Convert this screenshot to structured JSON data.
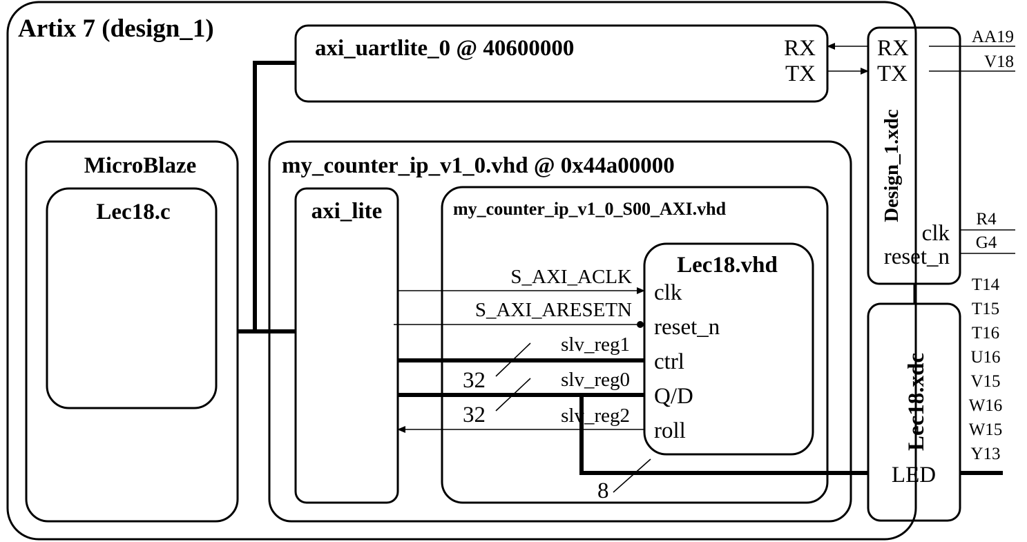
{
  "diagram": {
    "fpga_title": "Artix 7 (design_1)",
    "uart": {
      "title": "axi_uartlite_0 @ 40600000",
      "rx": "RX",
      "tx": "TX"
    },
    "microblaze": {
      "title": "MicroBlaze",
      "program": "Lec18.c"
    },
    "counter_ip": {
      "title": "my_counter_ip_v1_0.vhd @ 0x44a00000",
      "axi_lite": "axi_lite",
      "s00_axi": "my_counter_ip_v1_0_S00_AXI.vhd",
      "lec18_vhd": {
        "title": "Lec18.vhd",
        "ports": [
          "clk",
          "reset_n",
          "ctrl",
          "Q/D",
          "roll"
        ]
      },
      "signals": {
        "aclk": "S_AXI_ACLK",
        "aresetn": "S_AXI_ARESETN",
        "reg1": "slv_reg1",
        "reg0": "slv_reg0",
        "reg2": "slv_reg2"
      },
      "widths": {
        "ctrl": "32",
        "qd": "32",
        "led": "8"
      }
    },
    "design_xdc": {
      "title": "Design_1.xdc",
      "rx": "RX",
      "tx": "TX",
      "clk": "clk",
      "reset_n": "reset_n",
      "pins": {
        "rx": "AA19",
        "tx": "V18",
        "clk": "R4",
        "reset_n": "G4"
      }
    },
    "lec18_xdc": {
      "title": "Lec18.xdc",
      "led": "LED",
      "pins": [
        "T14",
        "T15",
        "T16",
        "U16",
        "V15",
        "W16",
        "W15",
        "Y13"
      ]
    }
  }
}
